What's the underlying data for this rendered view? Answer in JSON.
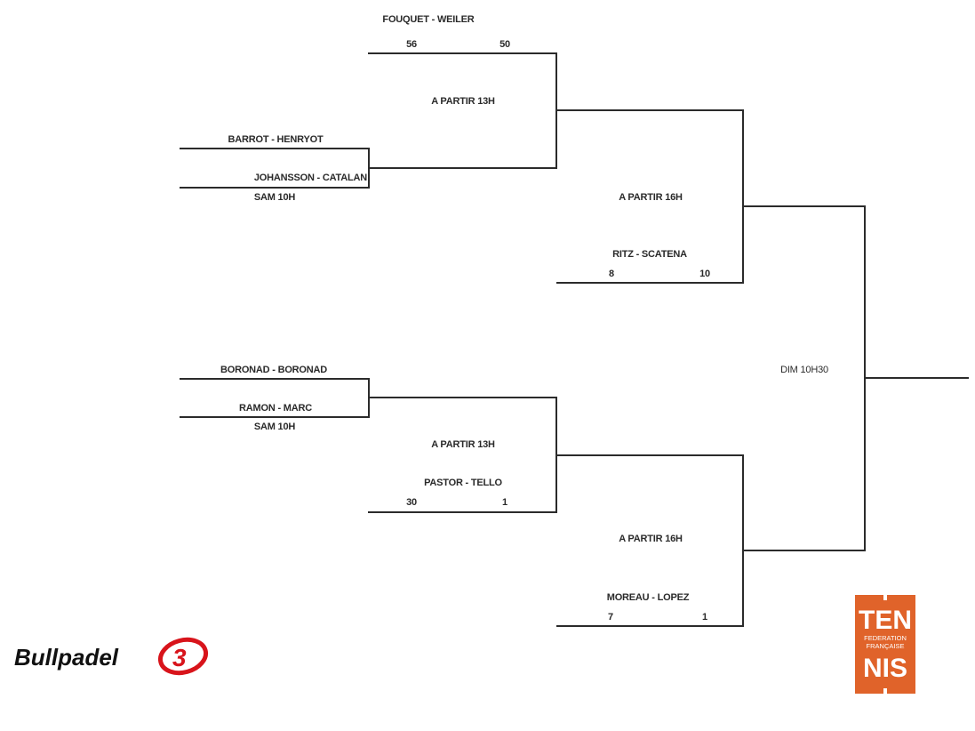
{
  "rounds": {
    "quarter_finals": [
      {
        "team_a": "BARROT - HENRYOT",
        "team_b": "JOHANSSON - CATALAN",
        "time": "SAM 10H"
      },
      {
        "team_a": "BORONAD - BORONAD",
        "team_b": "RAMON - MARC",
        "time": "SAM 10H"
      }
    ],
    "round_of_8": [
      {
        "seeded_team": "FOUQUET - WEILER",
        "score_left": "56",
        "score_right": "50",
        "time": "A PARTIR 13H"
      },
      {
        "seeded_team": "PASTOR - TELLO",
        "score_left": "30",
        "score_right": "1",
        "time": "A PARTIR 13H"
      }
    ],
    "semi_finals": [
      {
        "seeded_team": "RITZ - SCATENA",
        "score_left": "8",
        "score_right": "10",
        "time": "A PARTIR 16H"
      },
      {
        "seeded_team": "MOREAU - LOPEZ",
        "score_left": "7",
        "score_right": "1",
        "time": "A PARTIR 16H"
      }
    ],
    "final": {
      "time": "DIM 10H30"
    }
  },
  "logos": {
    "sponsor": {
      "name": "Bullpadel",
      "accent": "#d8141b"
    },
    "federation": {
      "top": "TEN",
      "middle_1": "FEDERATION",
      "middle_2": "FRANÇAISE",
      "bottom": "NIS",
      "color": "#e0632a"
    }
  }
}
